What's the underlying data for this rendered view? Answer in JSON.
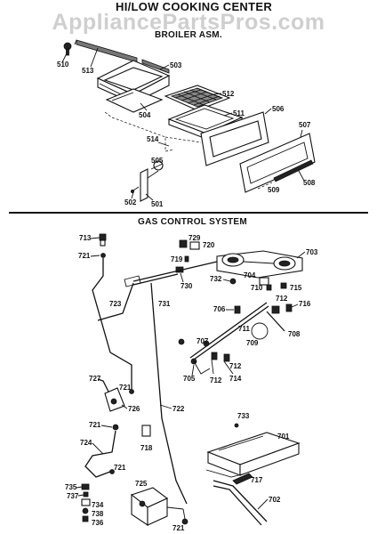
{
  "header": {
    "title": "HI/LOW COOKING CENTER",
    "watermark": "AppliancePartsPros.com"
  },
  "sections": {
    "broiler": {
      "title": "BROILER ASM."
    },
    "gas": {
      "title": "GAS CONTROL SYSTEM"
    }
  },
  "broiler_parts": [
    "510",
    "513",
    "503",
    "512",
    "504",
    "511",
    "506",
    "507",
    "514",
    "505",
    "502",
    "501",
    "509",
    "508"
  ],
  "gas_parts": [
    "713",
    "729",
    "720",
    "703",
    "721",
    "719",
    "732",
    "704",
    "715",
    "710",
    "730",
    "731",
    "712",
    "723",
    "706",
    "716",
    "711",
    "709",
    "708",
    "707",
    "712",
    "705",
    "712",
    "714",
    "727",
    "721",
    "726",
    "722",
    "733",
    "721",
    "701",
    "718",
    "724",
    "721",
    "735",
    "725",
    "717",
    "737",
    "734",
    "702",
    "738",
    "736",
    "721"
  ]
}
